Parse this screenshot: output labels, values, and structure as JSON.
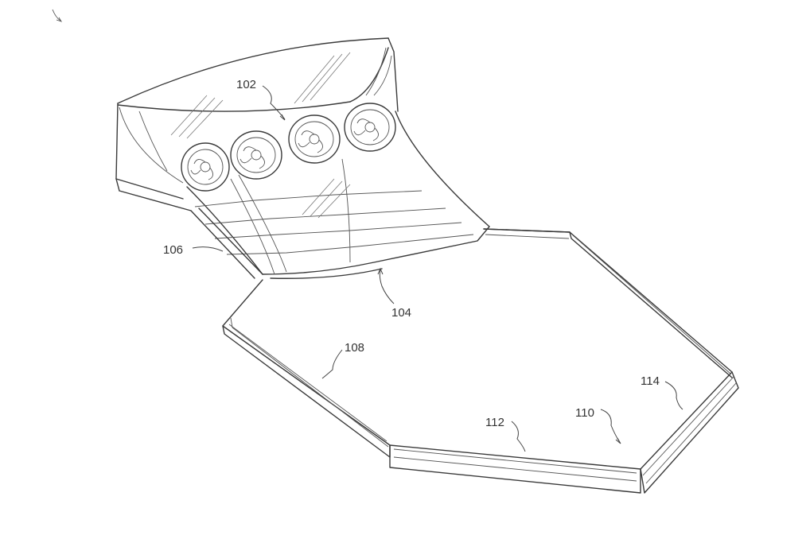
{
  "reference_numerals": {
    "fan_array": "102",
    "duct": "104",
    "housing_edge": "106",
    "side_wall_left": "108",
    "platform": "110",
    "side_wall_front": "112",
    "side_wall_right": "114"
  }
}
